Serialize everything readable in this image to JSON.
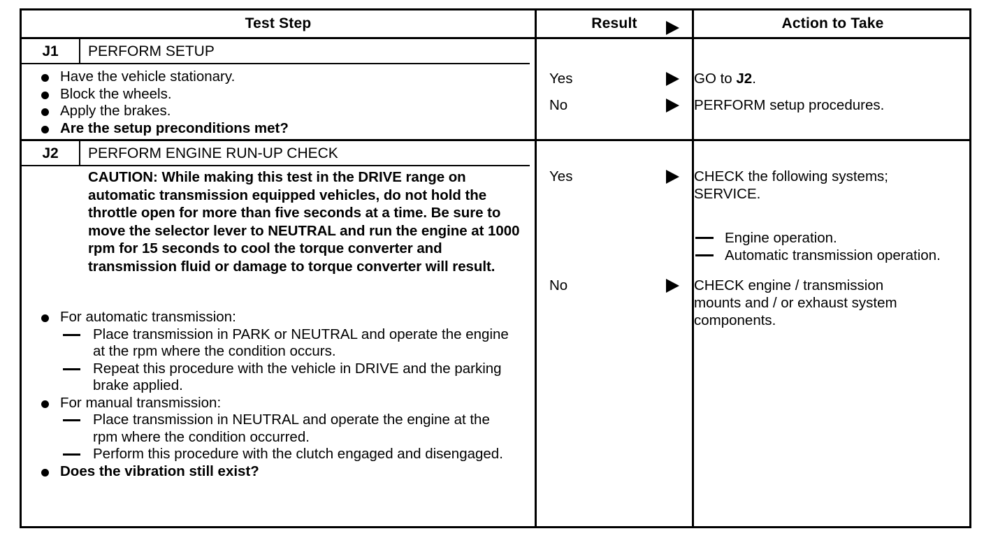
{
  "table": {
    "headers": {
      "test_step": "Test Step",
      "result": "Result",
      "action": "Action to Take",
      "result_arrow": "right-triangle-icon"
    },
    "steps": [
      {
        "code": "J1",
        "title": "PERFORM SETUP",
        "bullets": [
          {
            "text": "Have the vehicle stationary.",
            "bold": false
          },
          {
            "text": "Block the wheels.",
            "bold": false
          },
          {
            "text": "Apply the brakes.",
            "bold": false
          },
          {
            "text": "Are the setup preconditions met?",
            "bold": true
          }
        ],
        "results": [
          {
            "label": "Yes",
            "arrow": "right-triangle-icon"
          },
          {
            "label": "No",
            "arrow": "right-triangle-icon"
          }
        ],
        "actions": [
          {
            "pre": "GO to ",
            "bold": "J2",
            "post": "."
          },
          {
            "pre": "PERFORM setup procedures.",
            "bold": "",
            "post": ""
          }
        ]
      },
      {
        "code": "J2",
        "title": "PERFORM ENGINE RUN-UP CHECK",
        "caution": "CAUTION: While making this test in the DRIVE range on automatic transmission equipped vehicles, do not hold the throttle open for more than five seconds at a time. Be sure to move the selector lever to NEUTRAL and run the engine at 1000 rpm for 15 seconds to cool the torque converter and transmission fluid or damage to torque converter will result.",
        "bullets": [
          {
            "text": "For automatic transmission:",
            "bold": false,
            "subitems": [
              "Place transmission in PARK or NEUTRAL and operate the engine at the rpm where the condition occurs.",
              "Repeat this procedure with the vehicle in DRIVE and the parking brake applied."
            ]
          },
          {
            "text": "For manual transmission:",
            "bold": false,
            "subitems": [
              "Place transmission in NEUTRAL and operate the engine at the rpm where the condition occurred.",
              "Perform this procedure with the clutch engaged and disengaged."
            ]
          },
          {
            "text": "Does the vibration still exist?",
            "bold": true,
            "subitems": []
          }
        ],
        "results": [
          {
            "label": "Yes",
            "arrow": "right-triangle-icon"
          },
          {
            "label": "No",
            "arrow": "right-triangle-icon"
          }
        ],
        "actions": [
          {
            "line1": "CHECK the following systems;",
            "line2": "SERVICE.",
            "subitems": [
              "Engine operation.",
              "Automatic transmission operation."
            ]
          },
          {
            "line1": "CHECK engine / transmission",
            "line2": "mounts and / or exhaust system",
            "line3": "components."
          }
        ]
      }
    ]
  }
}
